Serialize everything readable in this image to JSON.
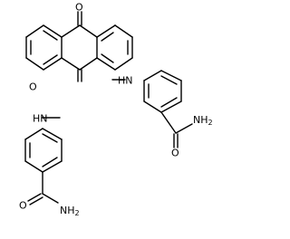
{
  "colors": {
    "bond": "#000000",
    "background": "#ffffff"
  },
  "atoms": {
    "o_top": "O",
    "o_left": "O",
    "nh_right": "HN",
    "nh_left": "HN",
    "amide_right_n": "NH",
    "amide_right_sub": "2",
    "amide_right_o": "O",
    "amide_bottom_n": "NH",
    "amide_bottom_sub": "2",
    "amide_bottom_o": "O"
  }
}
